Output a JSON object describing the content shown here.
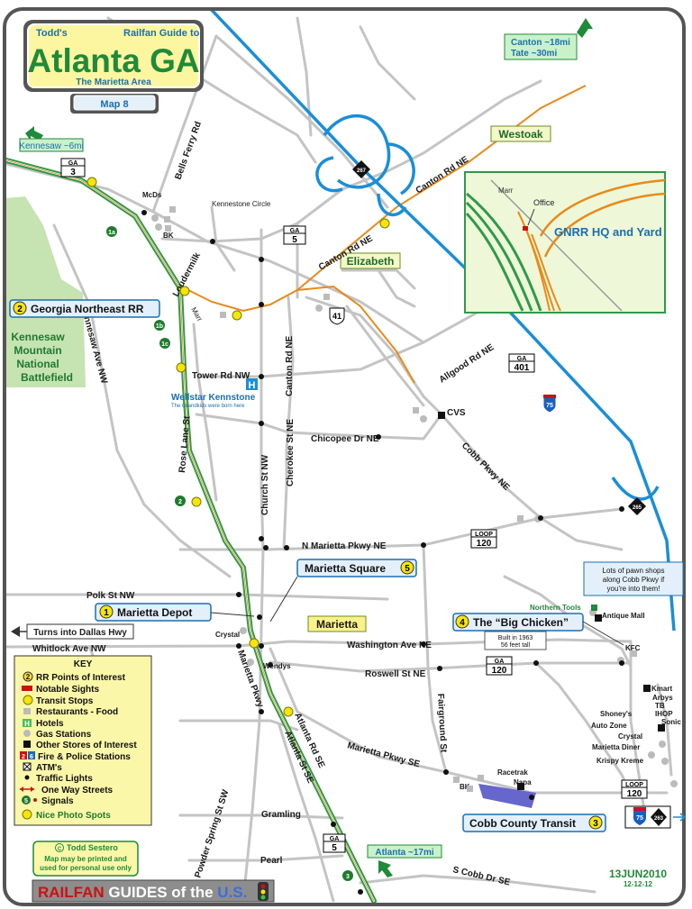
{
  "header": {
    "left_tag": "Todd's",
    "right_tag": "Railfan Guide to",
    "city": "Atlanta GA",
    "area": "The Marietta Area",
    "map_label": "Map 8"
  },
  "callouts": {
    "kennesaw_dir": "Kennesaw ~6mi",
    "canton": "Canton ~18mi",
    "tate": "Tate ~30mi",
    "atlanta_dir": "Atlanta ~17mi",
    "dallas_hwy": "Turns into Dallas Hwy"
  },
  "areas": {
    "westoak": "Westoak",
    "elizabeth": "Elizabeth",
    "marietta": "Marietta",
    "kennesaw_mtn_1": "Kennesaw",
    "kennesaw_mtn_2": "Mountain",
    "kennesaw_mtn_3": "National",
    "kennesaw_mtn_4": "Battlefield"
  },
  "inset": {
    "title": "GNRR HQ and Yard",
    "marr": "Marr",
    "office": "Office"
  },
  "poi": {
    "georgia_northeast": "Georgia Northeast RR",
    "marietta_square": "Marietta Square",
    "marietta_depot": "Marietta Depot",
    "big_chicken": "The “Big Chicken”",
    "big_chicken_note1": "Built in 1963",
    "big_chicken_note2": "56 feet tall",
    "cobb_transit": "Cobb County Transit",
    "pawn_note1": "Lots of pawn shops",
    "pawn_note2": "along Cobb Pkwy if",
    "pawn_note3": "you're into them!",
    "wellstar": "Wellstar Kennstone",
    "wellstar_note": "The Grandkids were born here"
  },
  "streets": {
    "bells_ferry": "Bells Ferry Rd",
    "kennestone_circle": "Kennestone Circle",
    "canton_rd_1": "Canton Rd NE",
    "canton_rd_2": "Canton Rd NE",
    "loudermilk": "Loudermilk",
    "marr": "Marr",
    "tower_rd": "Tower Rd NW",
    "canton_rd_v": "Canton Rd NE",
    "kennesaw_ave": "Kennesaw Ave NW",
    "rose_lane": "Rose Lane St",
    "church_st": "Church St NW",
    "cherokee_st": "Cherokee St NE",
    "chicopee": "Chicopee Dr NE",
    "allgood": "Allgood Rd NE",
    "cobb_pkwy": "Cobb Pkwy NE",
    "n_marietta_pkwy": "N Marietta Pkwy NE",
    "polk": "Polk St NW",
    "whitlock": "Whitlock Ave NW",
    "washington": "Washington Ave NE",
    "roswell": "Roswell St NE",
    "fairground": "Fairground St",
    "marietta_pkwy": "Marietta Pkwy",
    "atlanta_rd": "Atlanta Rd SE",
    "atlanta_st": "Atlanta St SE",
    "marietta_pkwy_se": "Marietta Pkwy SE",
    "powder_spring": "Powder Spring St SW",
    "gramling": "Gramling",
    "pearl": "Pearl",
    "s_cobb": "S Cobb Dr SE"
  },
  "places": {
    "mcds": "McDs",
    "bk1": "BK",
    "cvs": "CVS",
    "crystal1": "Crystal",
    "wendys": "Wendys",
    "northern_tools": "Northern Tools",
    "antique_mall": "Antique Mall",
    "kfc": "KFC",
    "kmart": "Kmart",
    "arbys": "Arbys",
    "tb": "TB",
    "ihop": "IHOP",
    "sonic": "Sonic",
    "shoneys": "Shoney's",
    "auto_zone": "Auto Zone",
    "crystal2": "Crystal",
    "marietta_diner": "Marietta Diner",
    "krispy_kreme": "Krispy Kreme",
    "racetrak": "Racetrak",
    "napa": "Napa",
    "bk2": "BK"
  },
  "shields": {
    "ga3_top": "GA",
    "ga3_num": "3",
    "ga5_top": "GA",
    "ga5_num": "5",
    "ga401_top": "GA",
    "ga401_num": "401",
    "ga120_top": "GA",
    "ga120_num": "120",
    "loop120a_top": "LOOP",
    "loop120a_num": "120",
    "loop120b_top": "LOOP",
    "loop120b_num": "120",
    "ga5b_top": "GA",
    "ga5b_num": "5",
    "us41": "41",
    "i75": "75",
    "i75b": "75",
    "x267": "267",
    "x265": "265",
    "x263": "263"
  },
  "markers": {
    "m1a": "1a",
    "m1b": "1b",
    "m1c": "1c",
    "m2": "2",
    "m3": "3",
    "n1": "1",
    "n2": "2",
    "n3": "3",
    "n4": "4",
    "n5": "5"
  },
  "key": {
    "title": "KEY",
    "items": [
      "RR Points of Interest",
      "Notable Sights",
      "Transit Stops",
      "Restaurants - Food",
      "Hotels",
      "Gas Stations",
      "Other Stores of Interest",
      "Fire & Police Stations",
      "ATM's",
      "Traffic Lights",
      "One Way Streets",
      "Signals",
      "Nice Photo Spots"
    ],
    "poi_num": "2",
    "hotel_glyph": "H",
    "fire_num": "2",
    "police_num": "6",
    "signal_num": "5"
  },
  "footer": {
    "copyright": "Todd Sestero",
    "note1": "Map may be printed and",
    "note2": "used for personal use only",
    "brand_railfan": "RAILFAN",
    "brand_guides": " GUIDES",
    "brand_of": " of the",
    "brand_us": " U.S.",
    "date": "13JUN2010",
    "rev": "12-12-12"
  }
}
